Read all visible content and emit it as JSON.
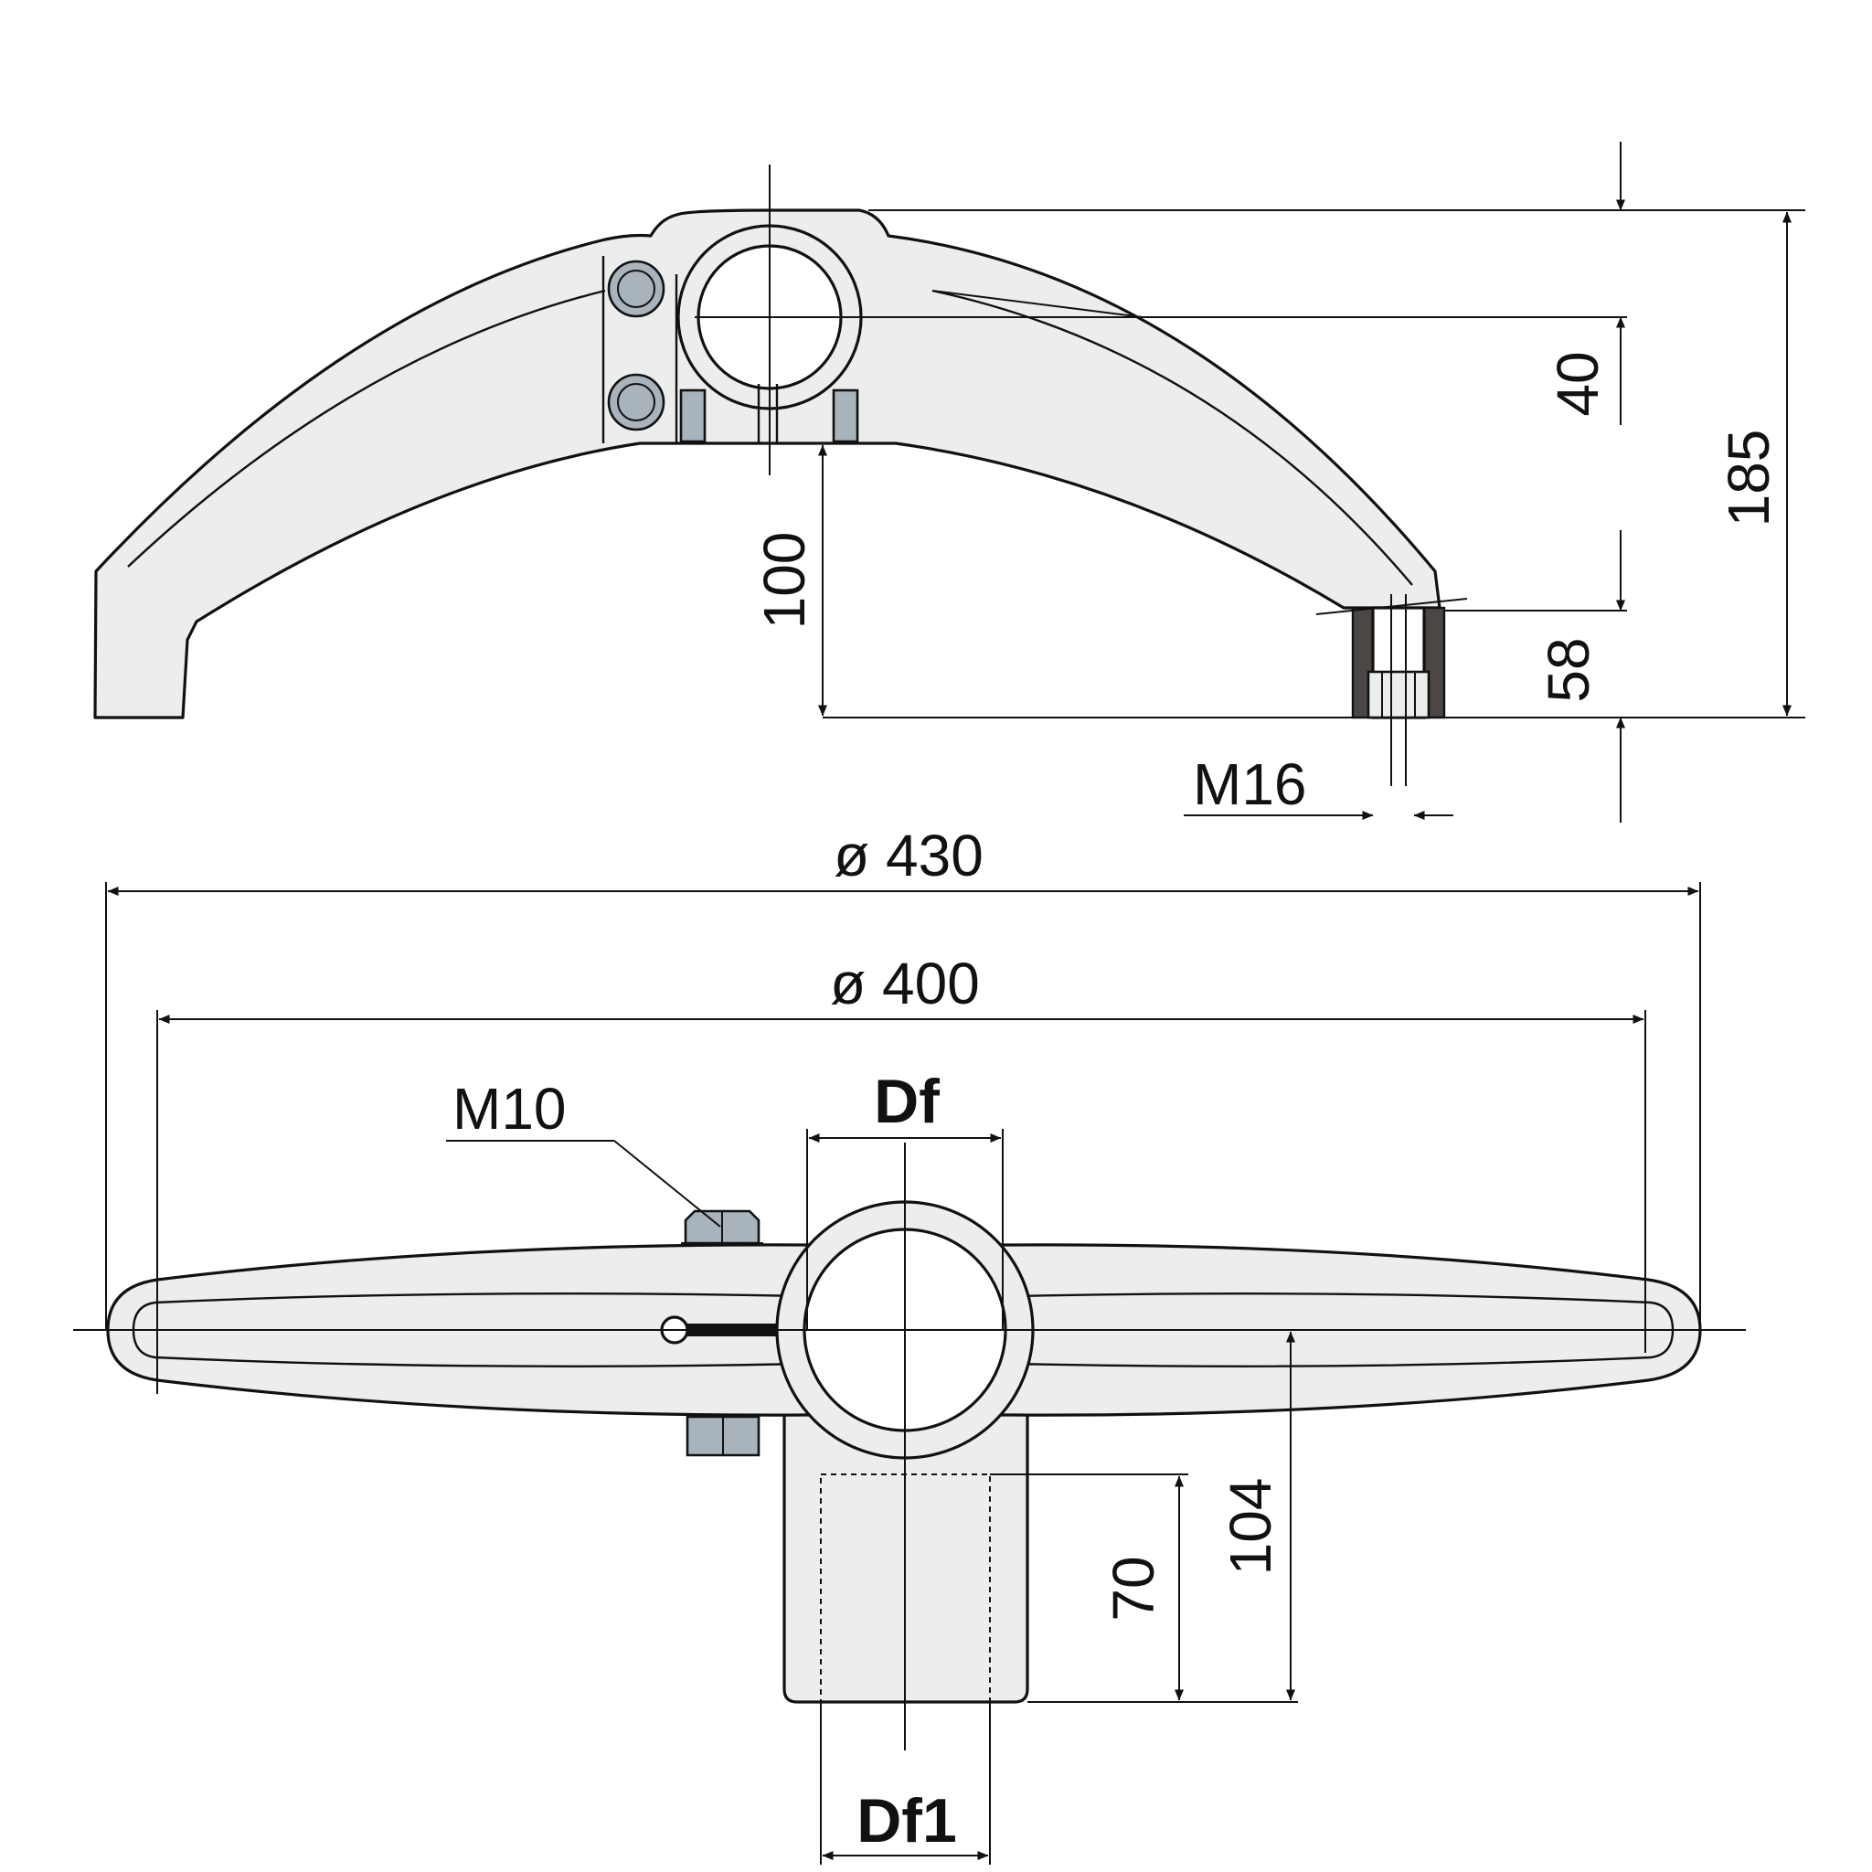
{
  "dimensions": {
    "d40": "40",
    "d185": "185",
    "d100": "100",
    "d58": "58",
    "m16": "M16",
    "dia430": "ø 430",
    "dia400": "ø 400",
    "m10": "M10",
    "df": "Df",
    "d104": "104",
    "d70": "70",
    "df1": "Df1"
  }
}
